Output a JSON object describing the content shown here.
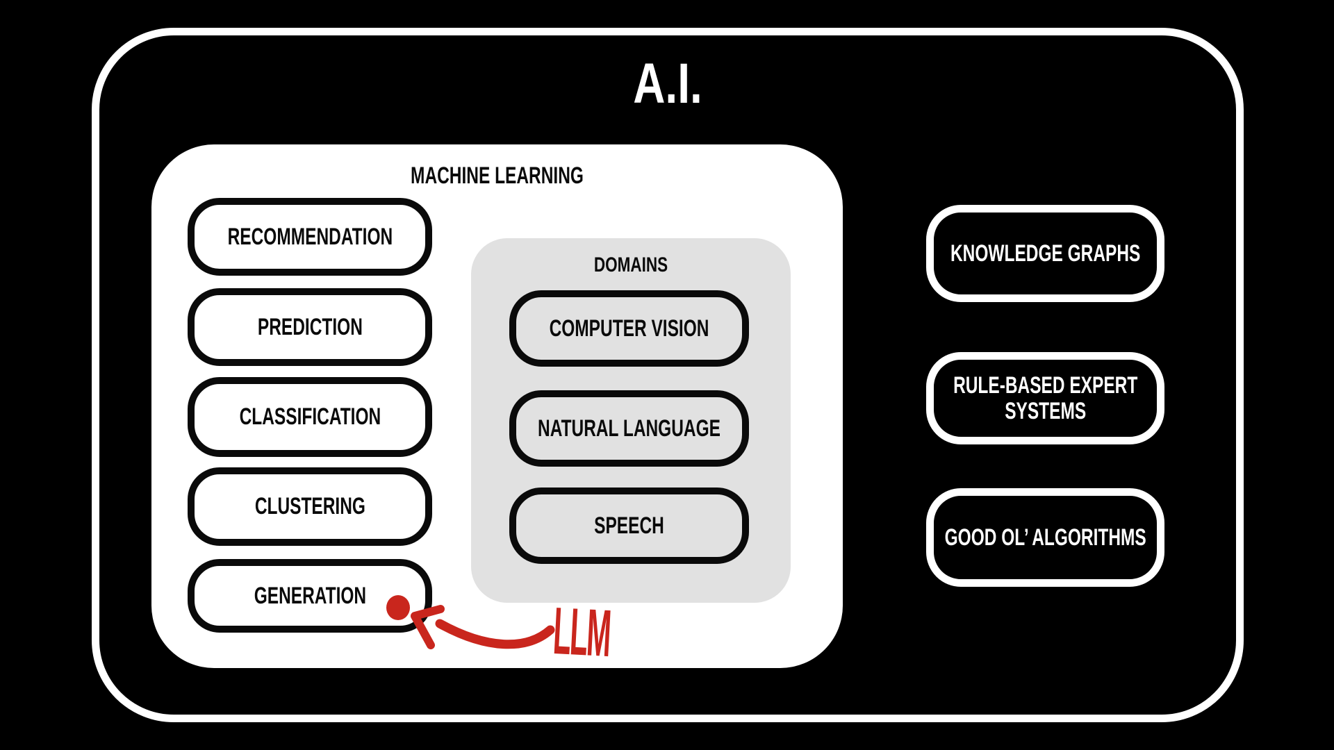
{
  "ai": {
    "title": "A.I."
  },
  "ml": {
    "title": "MACHINE LEARNING",
    "tasks": [
      "RECOMMENDATION",
      "PREDICTION",
      "CLASSIFICATION",
      "CLUSTERING",
      "GENERATION"
    ],
    "domains": {
      "title": "DOMAINS",
      "items": [
        "COMPUTER VISION",
        "NATURAL LANGUAGE",
        "SPEECH"
      ]
    }
  },
  "external": {
    "items": [
      "KNOWLEDGE GRAPHS",
      "RULE-BASED EXPERT SYSTEMS",
      "GOOD OL’ ALGORITHMS"
    ]
  },
  "annotation": {
    "label": "LLM",
    "points_to": "GENERATION"
  },
  "colors": {
    "background": "#000000",
    "box_border": "#ffffff",
    "ml_fill": "#ffffff",
    "domains_fill": "#e1e1e1",
    "pill_border_dark": "#0a0a0a",
    "text_dark": "#0a0a0a",
    "text_light": "#ffffff",
    "annotation_red": "#c9261d"
  }
}
